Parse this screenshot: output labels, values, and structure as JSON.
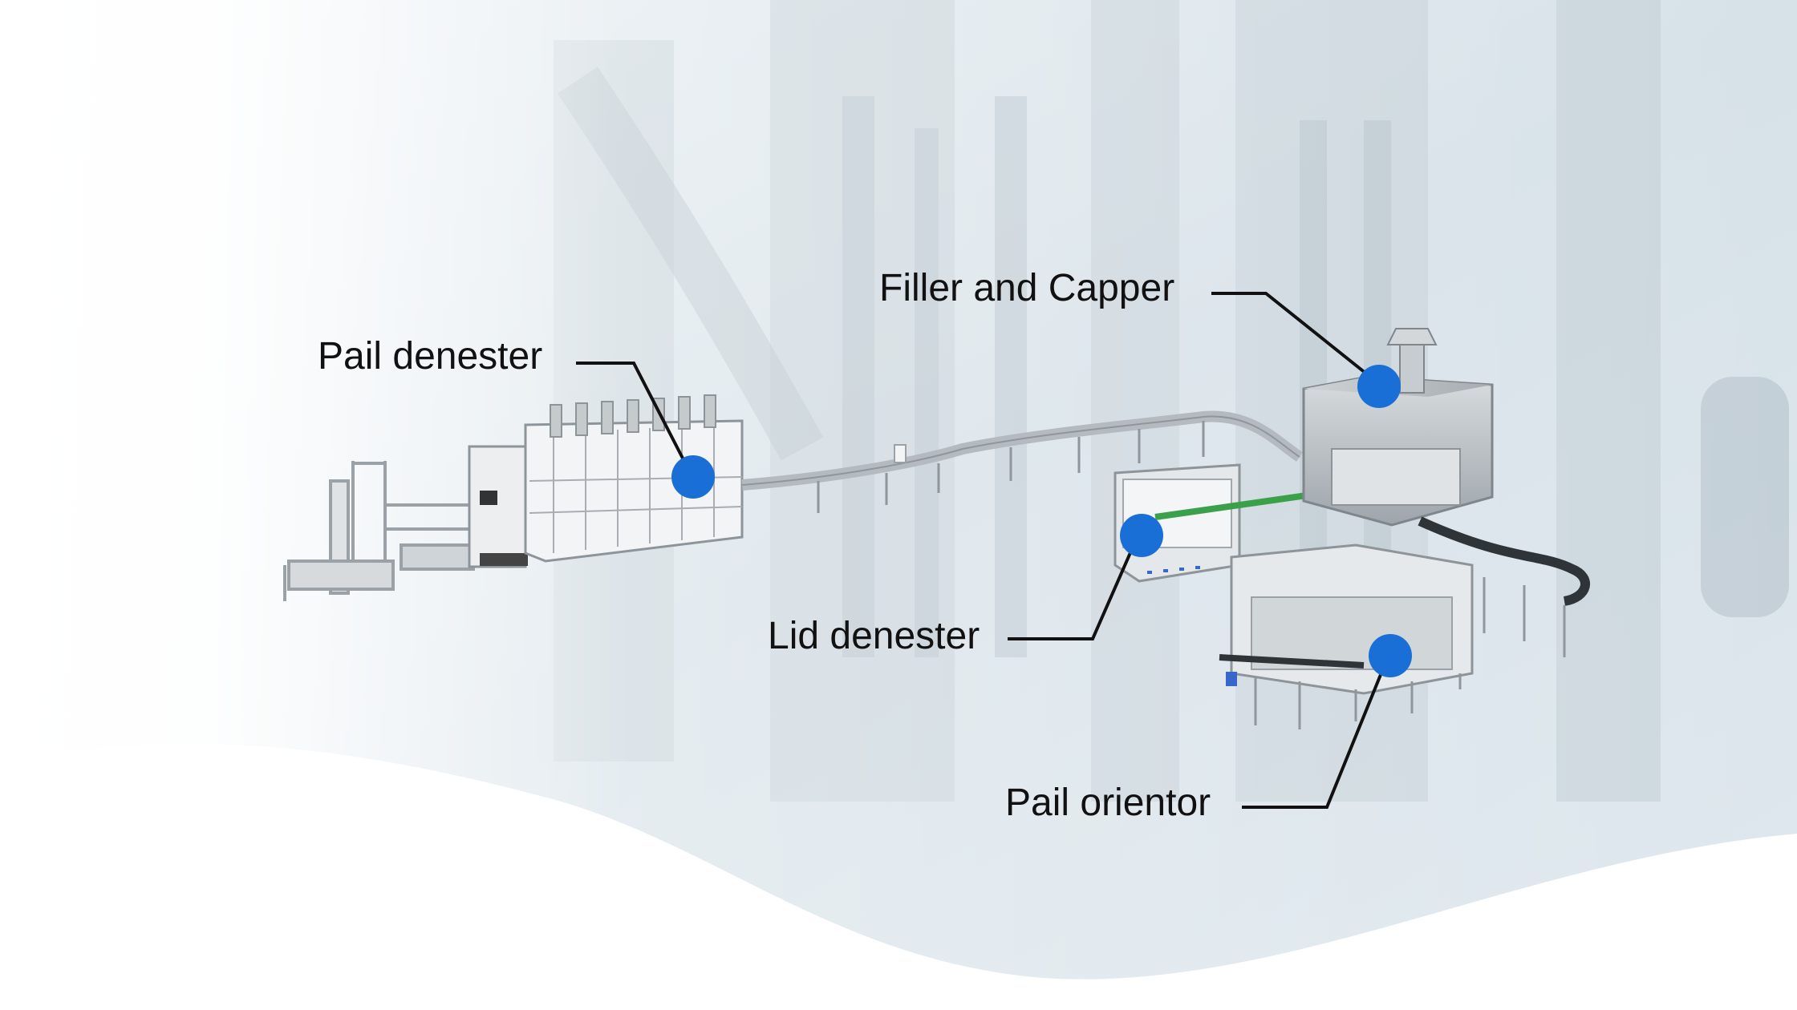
{
  "labels": {
    "filler_and_capper": "Filler and Capper",
    "pail_denester": "Pail denester",
    "lid_denester": "Lid denester",
    "pail_orientor": "Pail orientor"
  },
  "colors": {
    "hotspot": "#1a6fd6",
    "leader_line": "#111111",
    "text": "#111111",
    "background_tint": "#dde7ee",
    "steel": "#b9bec3",
    "conveyor_accent": "#3aa14a"
  }
}
